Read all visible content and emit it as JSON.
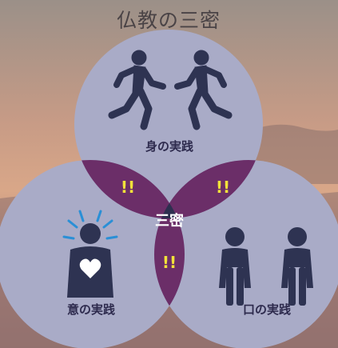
{
  "title": "仏教の三密",
  "center": "三密",
  "circles": {
    "top": {
      "label": "身の実践",
      "icon": "two-running-people-icon"
    },
    "left": {
      "label": "意の実践",
      "icon": "person-with-heart-icon"
    },
    "right": {
      "label": "口の実践",
      "icon": "two-people-talking-icon"
    }
  },
  "overlaps": {
    "top_left": "!!",
    "top_right": "!!",
    "bottom": "!!"
  },
  "colors": {
    "circle": "#a9abc7",
    "overlap": "#6b2e68",
    "center": "#2d2f4f",
    "figure": "#2e3352",
    "accent": "#f2e23a"
  }
}
